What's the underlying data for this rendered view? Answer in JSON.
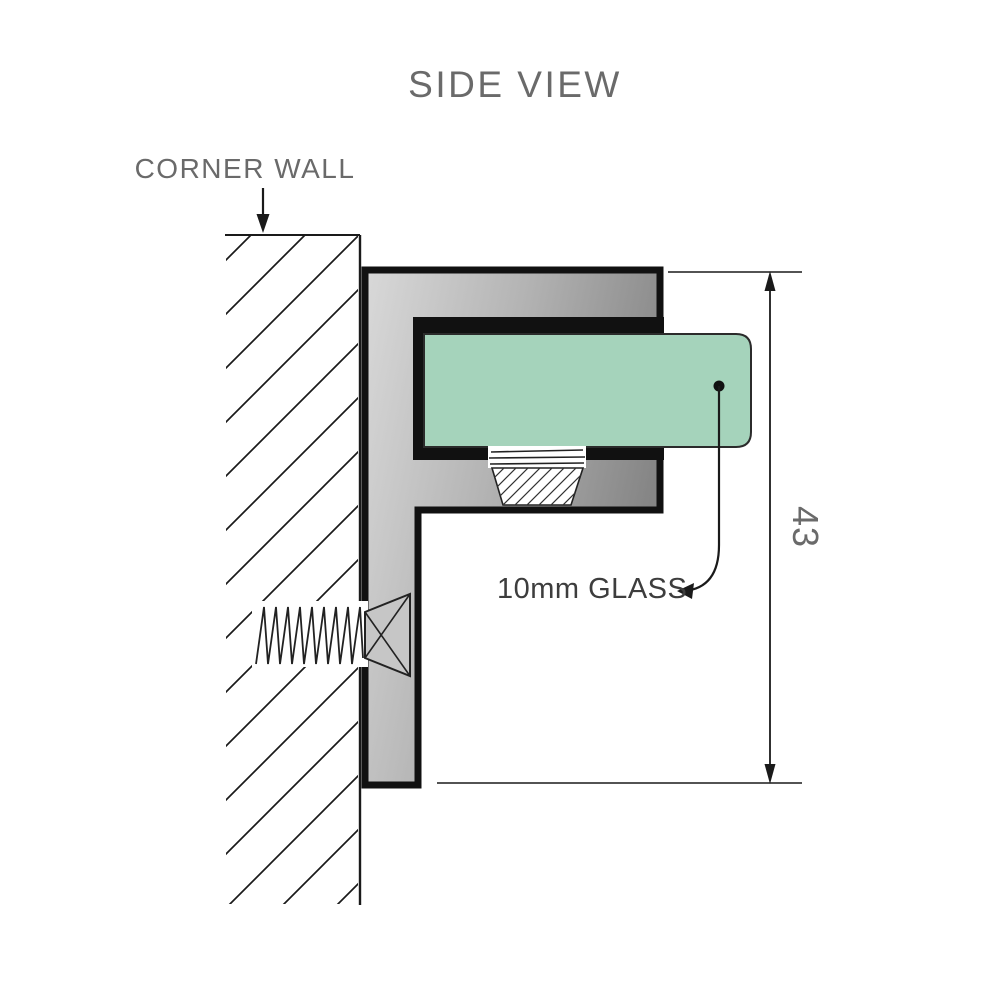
{
  "title": "SIDE VIEW",
  "wall": {
    "label": "CORNER WALL"
  },
  "glass": {
    "label": "10mm GLASS"
  },
  "dimension": {
    "value": "43"
  },
  "colors": {
    "text": "#6a6a6a",
    "text_dark": "#3d3d3d",
    "line": "#1a1a1a",
    "glass_fill": "#a5d3bb",
    "glass_stroke": "#2b2b2b",
    "metal_light": "#d9d9d9",
    "metal_mid": "#b3b3b3",
    "metal_dark": "#858585",
    "slot_fill": "#111111",
    "screw_head_fill": "#c6c6c6"
  }
}
